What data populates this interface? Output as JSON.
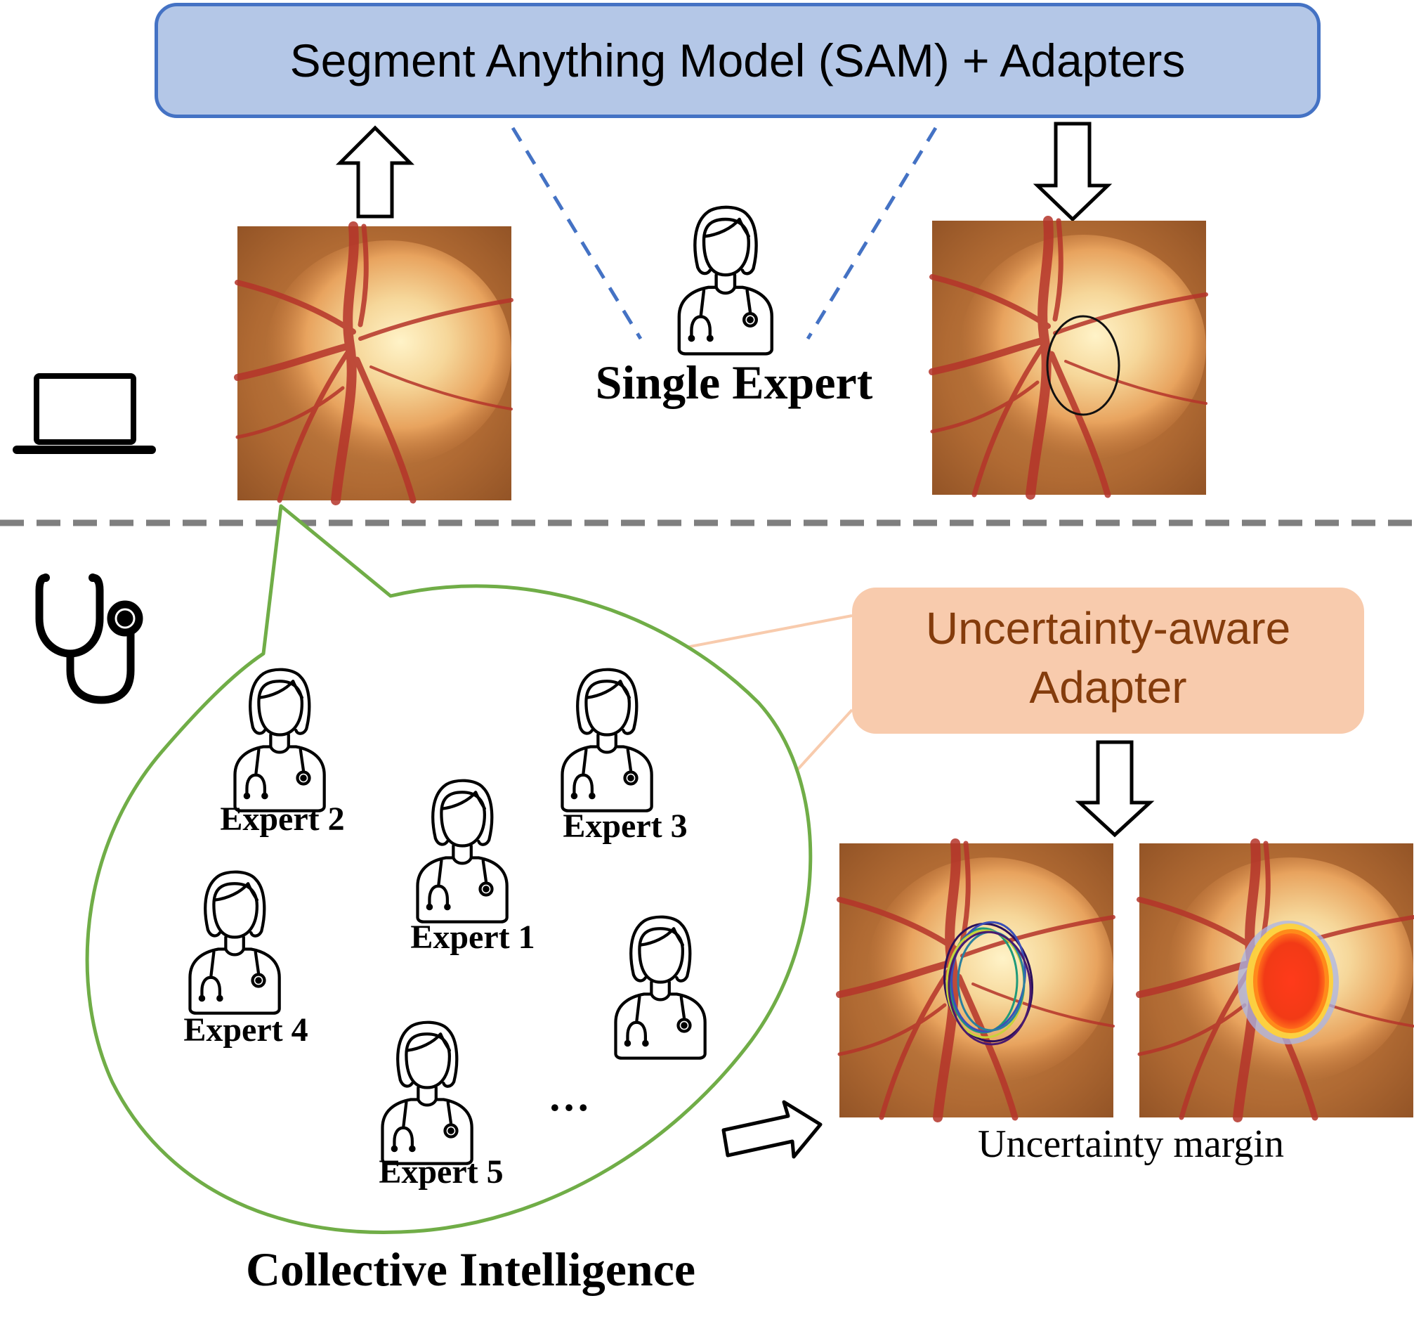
{
  "top": {
    "sam_title": "Segment Anything Model (SAM) + Adapters"
  },
  "single": {
    "label": "Single Expert"
  },
  "adapter": {
    "label": "Uncertainty-aware Adapter"
  },
  "experts": [
    "Expert 1",
    "Expert 2",
    "Expert 3",
    "Expert 4",
    "Expert 5"
  ],
  "ellipsis": "…",
  "collective": {
    "label": "Collective Intelligence"
  },
  "output": {
    "margin_label": "Uncertainty margin"
  },
  "colors": {
    "sam_fill": "#b4c7e7",
    "sam_border": "#4472c4",
    "dash_blue": "#4472c4",
    "divider": "#7f7f7f",
    "bubble_border": "#70ad47",
    "adapter_fill": "#f8cbad",
    "adapter_text": "#843c0c",
    "connector": "#f8cbad"
  },
  "icons": [
    "laptop-icon",
    "stethoscope-icon",
    "doctor-icon",
    "up-arrow-icon",
    "down-arrow-icon",
    "right-arrow-icon"
  ]
}
